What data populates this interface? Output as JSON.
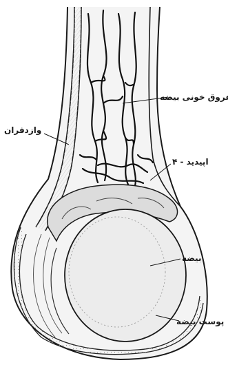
{
  "labels": {
    "blood_vessels": "عروق خونی بیضه",
    "vas_deferens": "وازدفران",
    "epididymis": "اپیدید - ۴",
    "testis": "بیضه",
    "skin": "پوست بیضه"
  }
}
